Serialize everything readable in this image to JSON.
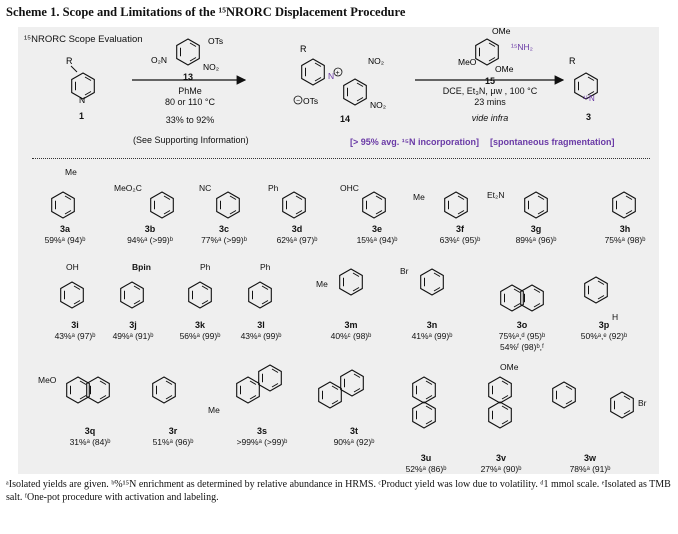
{
  "caption": "Scheme 1. Scope and Limitations of the ¹⁵NRORC Displacement Procedure",
  "header": {
    "scope_title": "¹⁵NRORC Scope Evaluation",
    "sm_label": "1",
    "reagent1_label": "13",
    "cond1_line1": "PhMe",
    "cond1_line2": "80 or 110 °C",
    "cond1_yield": "33% to 92%",
    "see_si": "(See Supporting Information)",
    "intermediate_label": "14",
    "reagent2_label": "15",
    "cond2_line1": "DCE, Et₃N, μw , 100 °C",
    "cond2_line2": "23 mins",
    "vide_infra": "vide infra",
    "product_label": "3",
    "incorporation": "[> 95% avg. ¹⁵N incorporation]",
    "fragmentation": "[spontaneous fragmentation]"
  },
  "compounds": [
    {
      "id": "3a",
      "yield": "59%ᵃ (94)ᵇ",
      "sub": "Me"
    },
    {
      "id": "3b",
      "yield": "94%ᵃ (>99)ᵇ",
      "sub": "MeO₂C"
    },
    {
      "id": "3c",
      "yield": "77%ᵃ (>99)ᵇ",
      "sub": "NC"
    },
    {
      "id": "3d",
      "yield": "62%ᵃ (97)ᵇ",
      "sub": "Ph"
    },
    {
      "id": "3e",
      "yield": "15%ᵃ (94)ᵇ",
      "sub": "OHC"
    },
    {
      "id": "3f",
      "yield": "63%ᶜ (95)ᵇ",
      "sub": "Me"
    },
    {
      "id": "3g",
      "yield": "89%ᵃ (96)ᵇ",
      "sub": "Et₂N"
    },
    {
      "id": "3h",
      "yield": "75%ᵃ (98)ᵇ",
      "sub": ""
    },
    {
      "id": "3i",
      "yield": "43%ᵃ (97)ᵇ",
      "sub": "OH"
    },
    {
      "id": "3j",
      "yield": "49%ᵃ (91)ᵇ",
      "sub": "Bpin"
    },
    {
      "id": "3k",
      "yield": "56%ᵃ (99)ᵇ",
      "sub": "Ph"
    },
    {
      "id": "3l",
      "yield": "43%ᵃ (99)ᵇ",
      "sub": "Ph"
    },
    {
      "id": "3m",
      "yield": "40%ᶜ (98)ᵇ",
      "sub": "Me"
    },
    {
      "id": "3n",
      "yield": "41%ᵃ (99)ᵇ",
      "sub": "Br"
    },
    {
      "id": "3o",
      "yield": "75%ᵃ,ᵈ (95)ᵇ",
      "yield2": "54%ᶠ (98)ᵇ,ᶠ",
      "sub": ""
    },
    {
      "id": "3p",
      "yield": "50%ᵃ,ᵉ (92)ᵇ",
      "sub": "H"
    },
    {
      "id": "3q",
      "yield": "31%ᵃ (84)ᵇ",
      "sub": "MeO"
    },
    {
      "id": "3r",
      "yield": "51%ᵃ (96)ᵇ",
      "sub": "Me"
    },
    {
      "id": "3s",
      "yield": ">99%ᵃ (>99)ᵇ",
      "sub": ""
    },
    {
      "id": "3t",
      "yield": "90%ᵃ (92)ᵇ",
      "sub": ""
    },
    {
      "id": "3u",
      "yield": "52%ᵃ (86)ᵇ",
      "sub": ""
    },
    {
      "id": "3v",
      "yield": "27%ᵃ (90)ᵇ",
      "sub": "OMe"
    },
    {
      "id": "3w",
      "yield": "78%ᵃ (91)ᵇ",
      "sub": "Br"
    }
  ],
  "footnote": "ᵃIsolated yields are given. ᵇ%¹⁵N enrichment as determined by relative abundance in HRMS. ᶜProduct yield was low due to volatility. ᵈ1 mmol scale. ᵉIsolated as TMB salt. ᶠOne-pot procedure with activation and labeling."
}
